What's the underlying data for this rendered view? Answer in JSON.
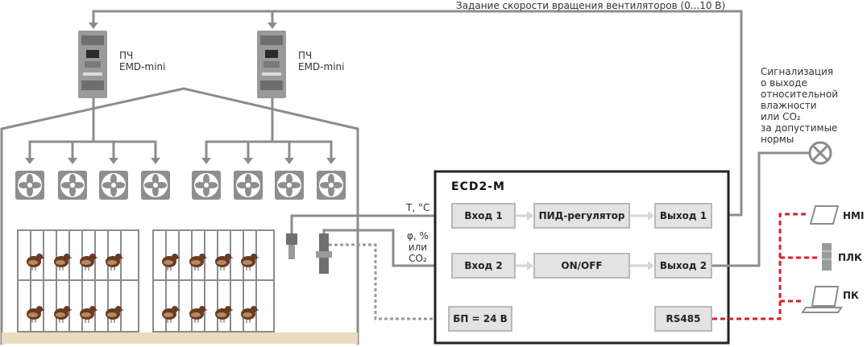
{
  "top_signal": "Задание скорости вращения вентиляторов (0...10 В)",
  "vfd": [
    {
      "line1": "ПЧ",
      "line2": "EMD-mini"
    },
    {
      "line1": "ПЧ",
      "line2": "EMD-mini"
    }
  ],
  "alarm_lines": [
    "Сигнализация",
    "о выходе",
    "относительной",
    "влажности",
    "или CO₂",
    "за допустимые",
    "нормы"
  ],
  "sensor_labels": {
    "temperature": "Т, °С",
    "humidity_lines": [
      "φ, %",
      "или",
      "CO₂"
    ]
  },
  "controller": {
    "title": "ECD2-M",
    "input1": "Вход 1",
    "input2": "Вход 2",
    "pid": "ПИД-регулятор",
    "onoff": "ON/OFF",
    "output1": "Выход 1",
    "output2": "Выход 2",
    "power": "БП = 24 В",
    "rs485": "RS485"
  },
  "devices": {
    "hmi": "HMI",
    "plc": "ПЛК",
    "pc": "ПК"
  },
  "colors": {
    "line": "#8c8c8c",
    "dashed_red": "#d9202a",
    "block_fill": "#e3e3e3",
    "floor": "#e9dcc0"
  }
}
